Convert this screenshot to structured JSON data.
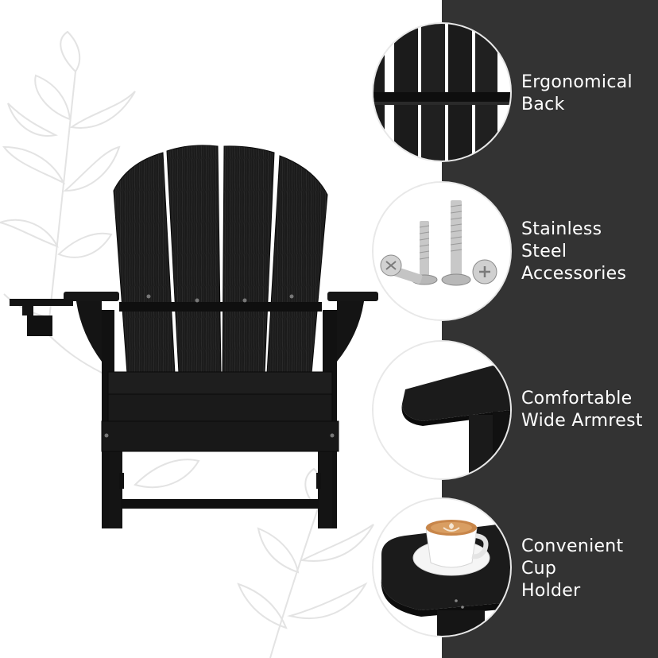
{
  "features": [
    {
      "label": "Ergonomical\nBack",
      "icon": "backrest-closeup-image"
    },
    {
      "label": "Stainless\nSteel\nAccessories",
      "icon": "bolts-image"
    },
    {
      "label": "Comfortable\nWide Armrest",
      "icon": "armrest-closeup-image"
    },
    {
      "label": "Convenient\nCup\nHolder",
      "icon": "cup-holder-image"
    }
  ],
  "colors": {
    "chair": "#1b1b1b",
    "chair_dark": "#0f0f0f",
    "panel": "#333333",
    "leaf_outline": "#e3e3e3",
    "steel": "#c8c8c8"
  }
}
